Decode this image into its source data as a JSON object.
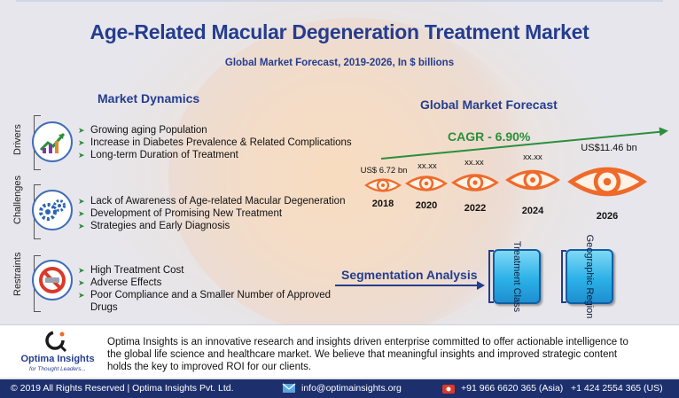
{
  "header": {
    "title": "Age-Related Macular Degeneration Treatment Market",
    "subtitle": "Global Market Forecast, 2019-2026, In $ billions"
  },
  "dynamics": {
    "title": "Market Dynamics",
    "drivers": {
      "label": "Drivers",
      "icon": "growth-chart-icon",
      "items": [
        "Growing aging Population",
        "Increase in Diabetes Prevalence & Related Complications",
        "Long-term Duration of Treatment"
      ]
    },
    "challenges": {
      "label": "Challenges",
      "icon": "gears-icon",
      "items": [
        "Lack of Awareness of Age-related Macular Degeneration",
        "Development of Promising New Treatment",
        "Strategies and Early Diagnosis"
      ]
    },
    "restraints": {
      "label": "Restraints",
      "icon": "no-entry-icon",
      "items": [
        "High Treatment Cost",
        "Adverse Effects",
        "Poor Compliance and a Smaller Number of Approved",
        "Drugs"
      ]
    }
  },
  "forecast": {
    "title": "Global Market Forecast",
    "cagr": "CAGR - 6.90%",
    "points": [
      {
        "year": "2018",
        "label": "US$ 6.72 bn"
      },
      {
        "year": "2020",
        "label": "xx.xx"
      },
      {
        "year": "2022",
        "label": "xx.xx"
      },
      {
        "year": "2024",
        "label": "xx.xx"
      },
      {
        "year": "2026",
        "label": "US$11.46 bn"
      }
    ]
  },
  "segmentation": {
    "title": "Segmentation Analysis",
    "boxes": [
      "Treatment Class",
      "Geographic Region"
    ]
  },
  "company": {
    "logo_name": "Optima Insights",
    "logo_tagline": "for Thought Leaders...",
    "about": "Optima Insights is an innovative research and insights driven enterprise committed to offer actionable intelligence to the global life science and healthcare market. We believe that meaningful insights and improved strategic content holds the key to improved ROI for our clients."
  },
  "footer": {
    "copyright": "© 2019 All Rights Reserved | Optima Insights Pvt. Ltd.",
    "email": "info@optimainsights.org",
    "phone_asia": "+91 966 6620 365  (Asia)",
    "phone_us": "+1 424 2554 365  (US)"
  },
  "colors": {
    "brand_blue": "#243d8f",
    "green": "#2a8f3c",
    "eye_orange": "#ef6a2a",
    "footer_bg": "#1d2f6d"
  }
}
